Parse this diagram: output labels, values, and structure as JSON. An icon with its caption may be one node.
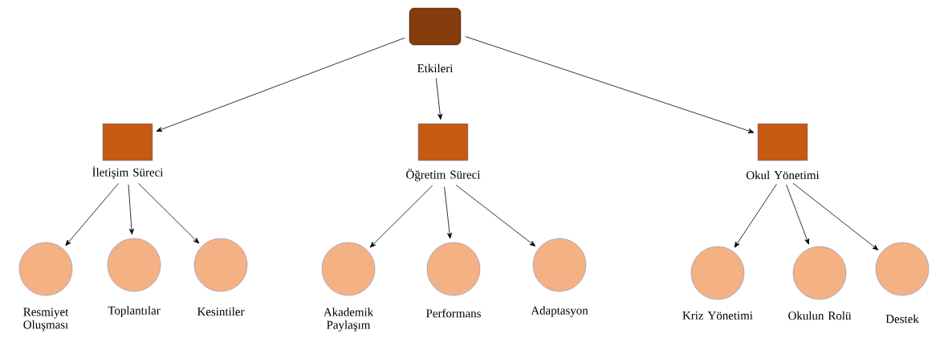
{
  "diagram": {
    "nodes": [
      {
        "text": [
          "Etkileri"
        ]
      },
      {
        "text": [
          "İletişim Süreci"
        ]
      },
      {
        "text": [
          "Öğretim Süreci"
        ]
      },
      {
        "text": [
          "Okul Yönetimi"
        ]
      },
      {
        "text": [
          "Resmiyet Oluşması"
        ]
      },
      {
        "text": [
          "Toplantılar"
        ]
      },
      {
        "text": [
          "Kesintiler"
        ]
      },
      {
        "text": [
          "Akademik Paylaşım"
        ]
      },
      {
        "text": [
          "Performans"
        ]
      },
      {
        "text": [
          "Adaptasyon"
        ]
      },
      {
        "text": [
          "Kriz Yönetimi"
        ]
      },
      {
        "text": [
          "Okulun Rolü"
        ]
      },
      {
        "text": [
          "Destek"
        ]
      }
    ],
    "edges": [
      {
        "from": 0,
        "to": 1,
        "arrow": "to"
      },
      {
        "from": 0,
        "to": 2,
        "arrow": "to"
      },
      {
        "from": 0,
        "to": 3,
        "arrow": "to"
      },
      {
        "from": 1,
        "to": 4,
        "arrow": "to"
      },
      {
        "from": 1,
        "to": 5,
        "arrow": "to"
      },
      {
        "from": 1,
        "to": 6,
        "arrow": "to"
      },
      {
        "from": 2,
        "to": 7,
        "arrow": "to"
      },
      {
        "from": 2,
        "to": 8,
        "arrow": "to"
      },
      {
        "from": 2,
        "to": 9,
        "arrow": "to"
      },
      {
        "from": 3,
        "to": 10,
        "arrow": "to"
      },
      {
        "from": 3,
        "to": 11,
        "arrow": "to"
      },
      {
        "from": 3,
        "to": 12,
        "arrow": "to"
      }
    ]
  }
}
